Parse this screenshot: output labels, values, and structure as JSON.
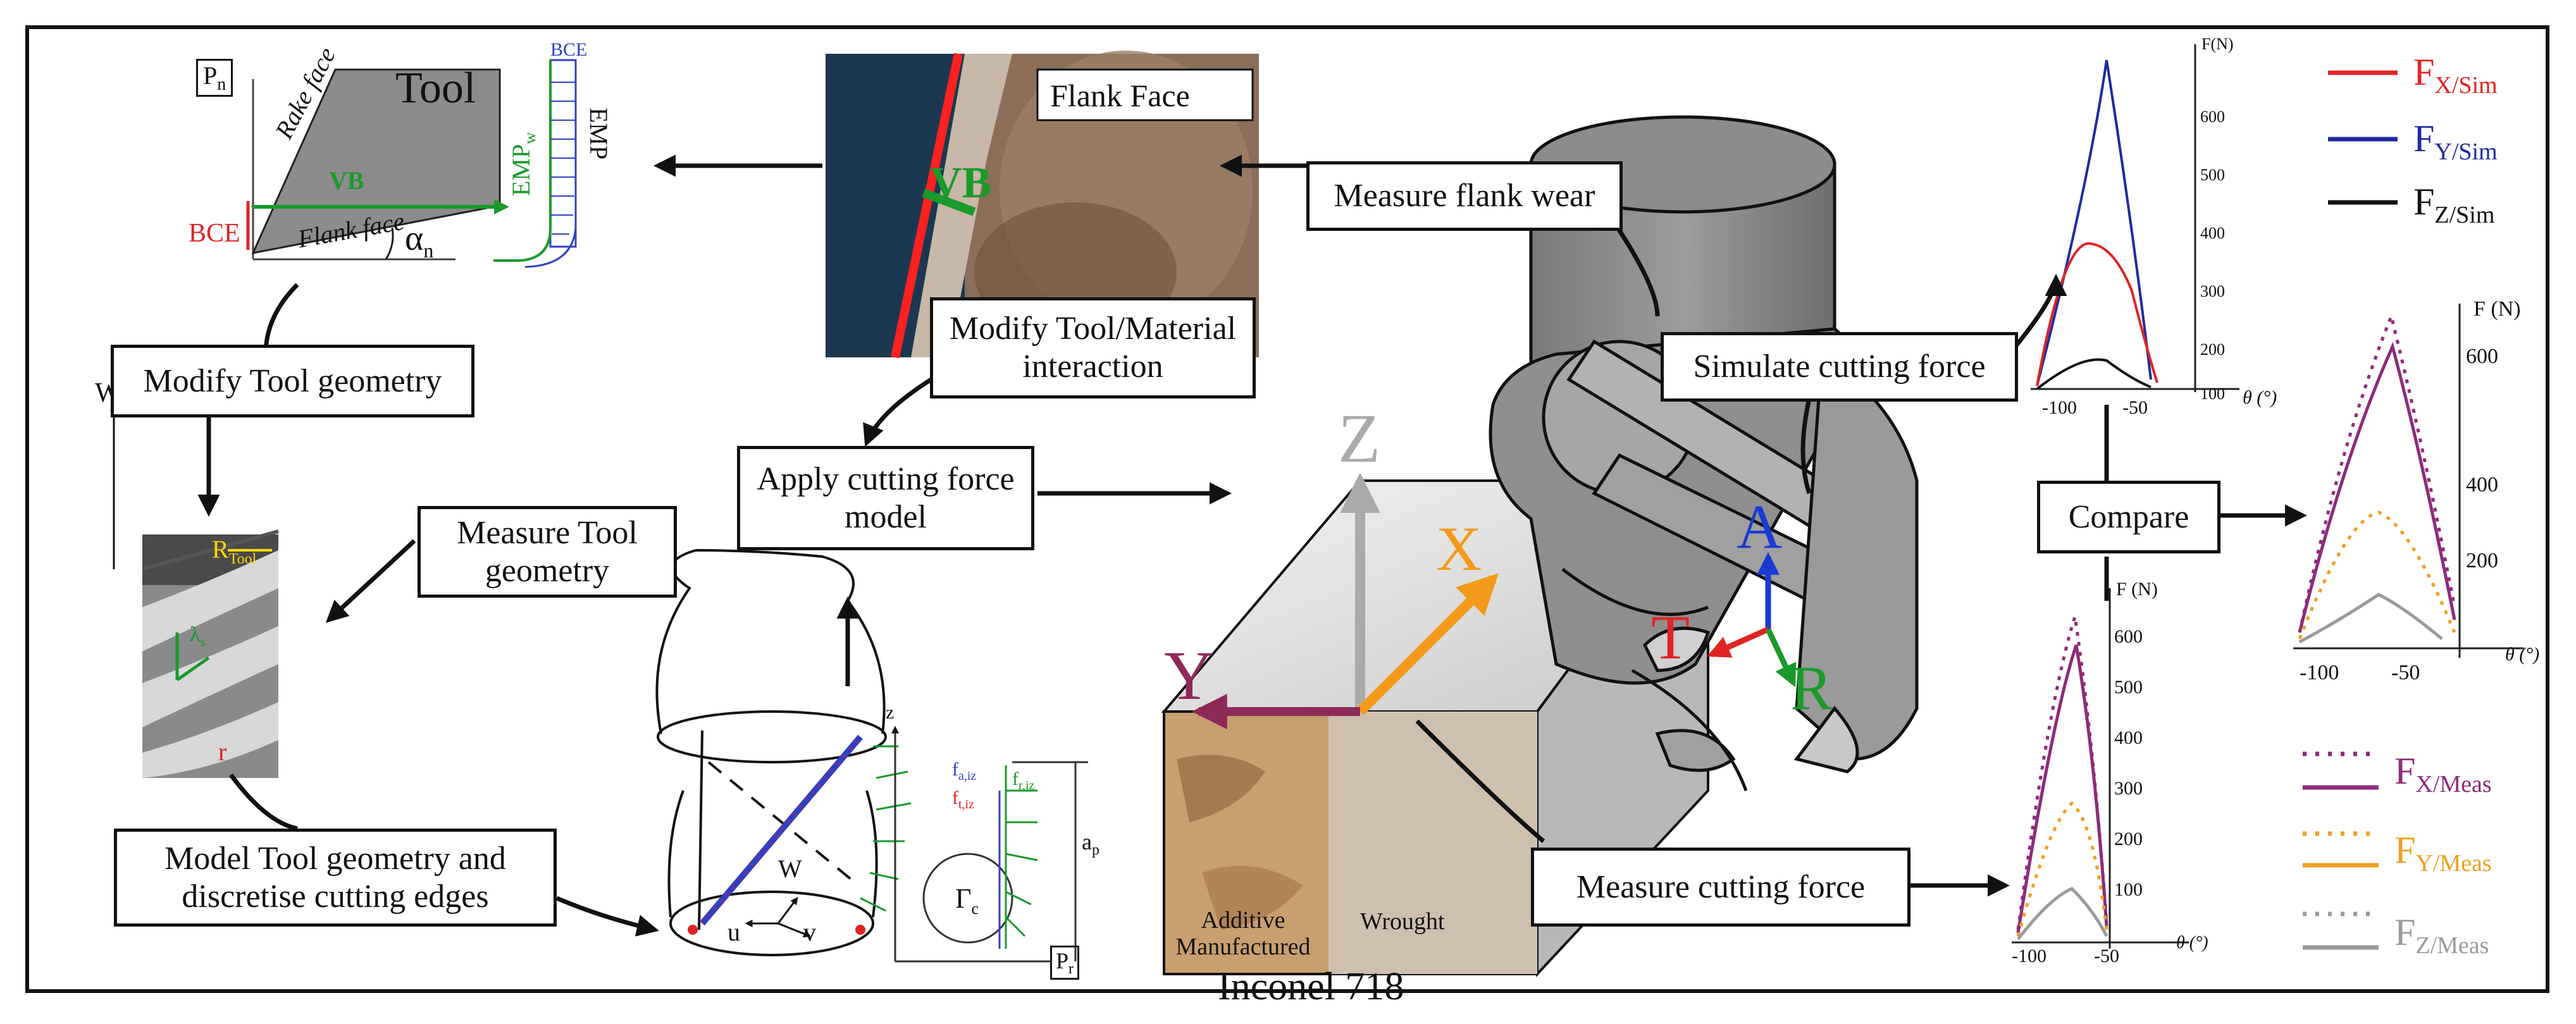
{
  "boxes": {
    "modify_tool_geometry": "Modify Tool geometry",
    "measure_tool_geometry": "Measure Tool geometry",
    "model_tool_geometry": "Model Tool geometry and discretise cutting edges",
    "apply_cutting_force": "Apply cutting force model",
    "modify_interaction": "Modify Tool/Material interaction",
    "measure_flank_wear": "Measure flank wear",
    "simulate_cutting_force": "Simulate cutting force",
    "compare": "Compare",
    "measure_cutting_force": "Measure cutting force"
  },
  "tool_panel": {
    "pn": "P",
    "pn_sub": "n",
    "tool": "Tool",
    "rake_face": "Rake face",
    "flank_face": "Flank face",
    "vb": "VB",
    "bce": "BCE",
    "alpha": "α",
    "alpha_sub": "n",
    "bce_top": "BCE",
    "emp": "EMP",
    "emp_w": "EMP",
    "emp_w_sub": "w"
  },
  "flank_photo": {
    "title": "Flank Face",
    "vb": "VB"
  },
  "endmill": {
    "w": "W",
    "r": "R",
    "r_sub": "Tool",
    "lambda": "λ",
    "lambda_sub": "s",
    "r_small": "r"
  },
  "helix": {
    "w": "W",
    "u": "u",
    "v": "v"
  },
  "forces_panel": {
    "z": "z",
    "fa": "f",
    "fa_sub": "a,iz",
    "fr": "f",
    "fr_sub": "r,iz",
    "ft": "f",
    "ft_sub": "t,iz",
    "ap": "a",
    "ap_sub": "p",
    "gamma": "Γ",
    "gamma_sub": "c",
    "pr": "P",
    "pr_sub": "r"
  },
  "workpiece": {
    "z": "Z",
    "x": "X",
    "y": "Y",
    "additive": "Additive Manufactured",
    "wrought": "Wrought",
    "material": "Inconel 718"
  },
  "axes": {
    "a": "A",
    "t": "T",
    "r": "R"
  },
  "chart_sim": {
    "ylabel": "F(N)",
    "yticks": [
      "600",
      "500",
      "400",
      "300",
      "200",
      "100"
    ],
    "xticks": [
      "-100",
      "-50"
    ],
    "xlabel": "θ (°)"
  },
  "chart_compare": {
    "ylabel": "F (N)",
    "yticks": [
      "600",
      "400",
      "200"
    ],
    "xticks": [
      "-100",
      "-50"
    ],
    "xlabel": "θ (°)"
  },
  "chart_meas": {
    "ylabel": "F (N)",
    "yticks": [
      "600",
      "500",
      "400",
      "300",
      "200",
      "100"
    ],
    "xticks": [
      "-100",
      "-50"
    ],
    "xlabel": "θ (°)"
  },
  "legend_sim": [
    {
      "base": "F",
      "sub": "X/Sim",
      "color": "#e02424"
    },
    {
      "base": "F",
      "sub": "Y/Sim",
      "color": "#1f2a9e"
    },
    {
      "base": "F",
      "sub": "Z/Sim",
      "color": "#111111"
    }
  ],
  "legend_meas": [
    {
      "base": "F",
      "sub": "X/Meas",
      "color": "#8e2a7a"
    },
    {
      "base": "F",
      "sub": "Y/Meas",
      "color": "#f0a020"
    },
    {
      "base": "F",
      "sub": "Z/Meas",
      "color": "#9a9a9a"
    }
  ]
}
